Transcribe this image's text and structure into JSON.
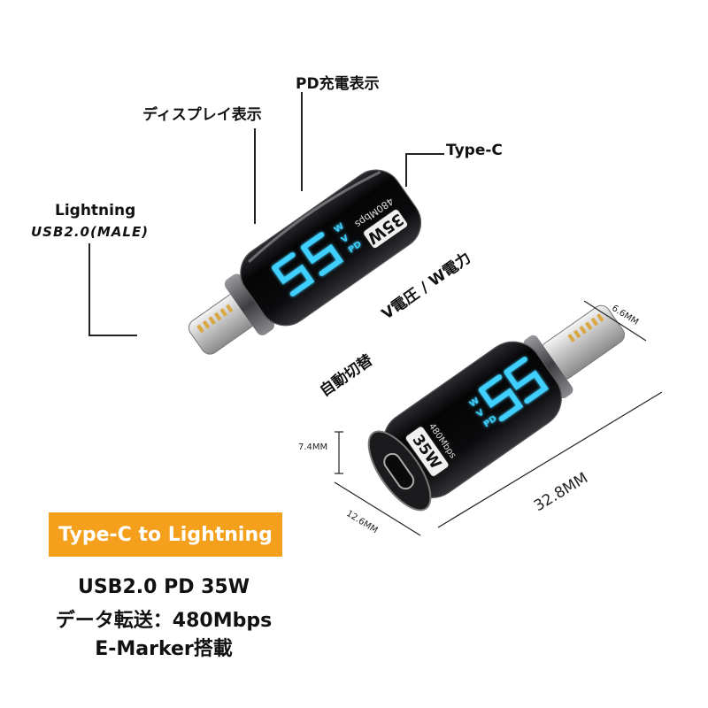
{
  "labels": {
    "pd_charge": "PD充電表示",
    "display": "ディスプレイ表示",
    "type_c": "Type-C",
    "lightning": "Lightning",
    "usb_male": "USB2.0(MALE)",
    "v_w": "V電圧 / W電力",
    "auto": "自動切替"
  },
  "device": {
    "wattage": "35W",
    "speed": "480Mbps",
    "display_digits": "55",
    "indicators": [
      "W",
      "V",
      "PD"
    ]
  },
  "dimensions": {
    "width": "6.6MM",
    "height": "7.4MM",
    "depth": "12.6MM",
    "length": "32.8MM"
  },
  "badge": "Type-C to Lightning",
  "specs": [
    "USB2.0 PD 35W",
    "データ転送：480Mbps",
    "E-Marker搭載"
  ],
  "colors": {
    "badge_bg": "#f5a01c",
    "display_glow": "#3fd0ff",
    "body": "#0b0b0d"
  }
}
